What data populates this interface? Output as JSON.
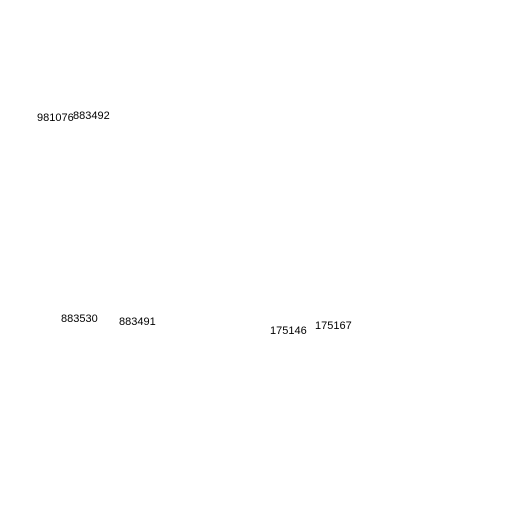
{
  "labels": [
    {
      "text": "981076"
    },
    {
      "text": "883492"
    },
    {
      "text": "883530"
    },
    {
      "text": "883491"
    },
    {
      "text": "175146"
    },
    {
      "text": "175167"
    }
  ],
  "colors": {
    "background": "#ffffff",
    "text": "#000000"
  }
}
